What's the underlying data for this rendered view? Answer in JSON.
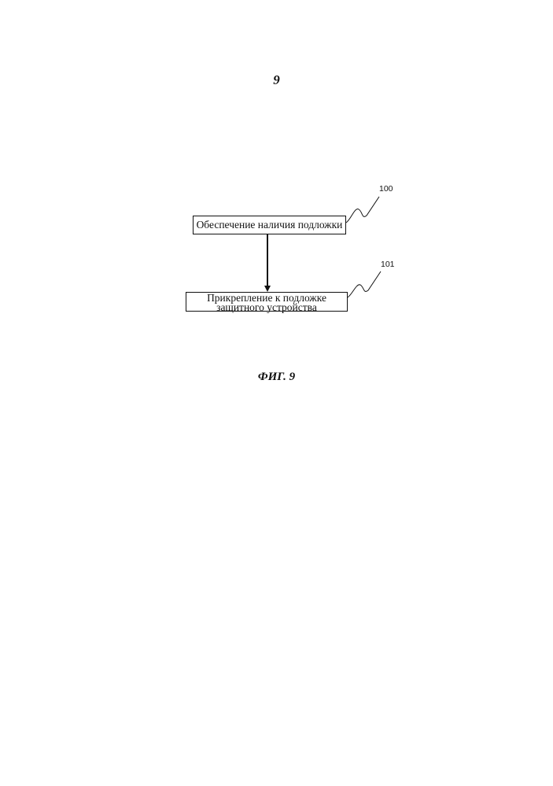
{
  "page": {
    "number": "9",
    "figure_caption": "ФИГ. 9"
  },
  "flowchart": {
    "steps": [
      {
        "ref": "100",
        "text": "Обеспечение наличия подложки"
      },
      {
        "ref": "101",
        "line1": "Прикрепление к подложке",
        "line2": "защитного устройства"
      }
    ]
  }
}
